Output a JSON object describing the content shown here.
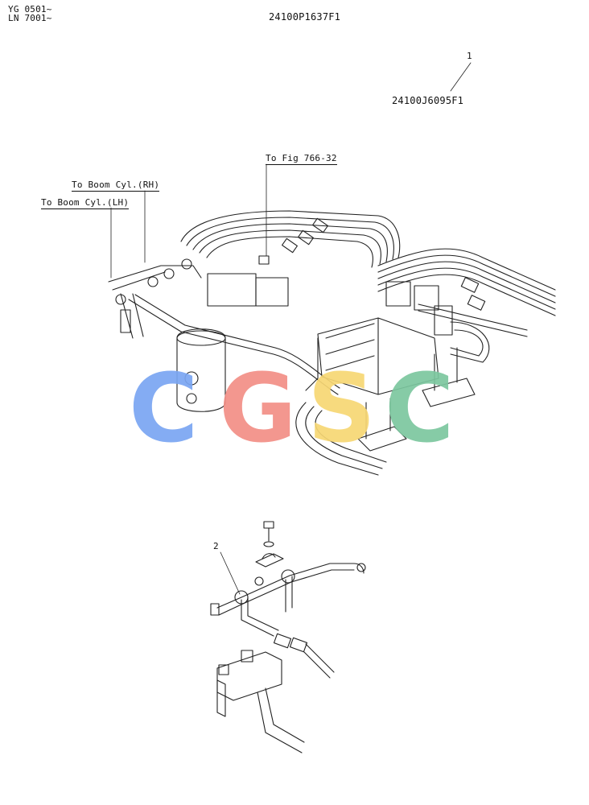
{
  "header": {
    "serial_line_1": "YG 0501~",
    "serial_line_2": "LN 7001~",
    "figure_number": "24100P1637F1"
  },
  "callouts": {
    "part_1": {
      "index": "1",
      "part_number": "24100J6095F1"
    },
    "part_2": {
      "index": "2"
    }
  },
  "labels": {
    "to_fig": "To Fig 766-32",
    "to_boom_rh": "To Boom Cyl.(RH)",
    "to_boom_lh": "To Boom Cyl.(LH)"
  },
  "watermark": {
    "letters": [
      "C",
      "G",
      "S",
      "C"
    ],
    "colors": [
      "#7aa6f2",
      "#f28f86",
      "#f7d774",
      "#7cc79f"
    ]
  }
}
